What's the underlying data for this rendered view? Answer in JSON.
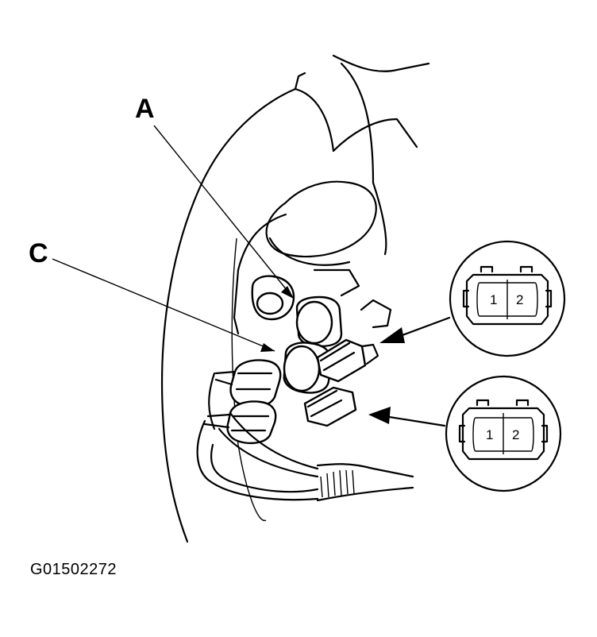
{
  "callouts": {
    "a": "A",
    "c": "C"
  },
  "connector_views": [
    {
      "pins": [
        "1",
        "2"
      ]
    },
    {
      "pins": [
        "1",
        "2"
      ]
    }
  ],
  "figure_code": "G01502272"
}
